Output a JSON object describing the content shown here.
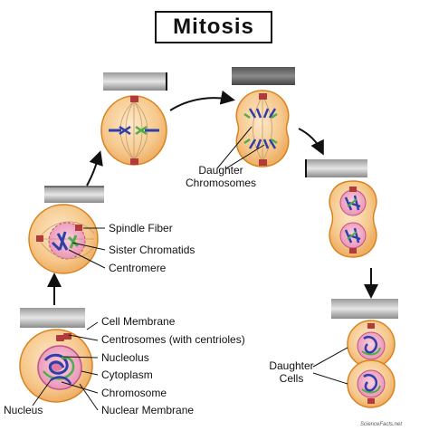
{
  "title": "Mitosis",
  "labels": {
    "spindle_fiber": "Spindle Fiber",
    "sister_chromatids": "Sister Chromatids",
    "centromere": "Centromere",
    "daughter_chromosomes_1": "Daughter",
    "daughter_chromosomes_2": "Chromosomes",
    "cell_membrane": "Cell Membrane",
    "centrosomes": "Centrosomes (with centrioles)",
    "nucleolus": "Nucleolus",
    "cytoplasm": "Cytoplasm",
    "nucleus": "Nucleus",
    "chromosome": "Chromosome",
    "nuclear_membrane": "Nuclear Membrane",
    "daughter_cells_1": "Daughter",
    "daughter_cells_2": "Cells"
  },
  "watermark": "ScienceFacts.net",
  "colors": {
    "cell_fill": "#f6c88c",
    "cell_stroke": "#d9831f",
    "nucleus_fill": "#f2a3c0",
    "chromosome_blue": "#2e3fa8",
    "chromosome_green": "#4fae4a",
    "label_box": "#7a7a7a"
  }
}
